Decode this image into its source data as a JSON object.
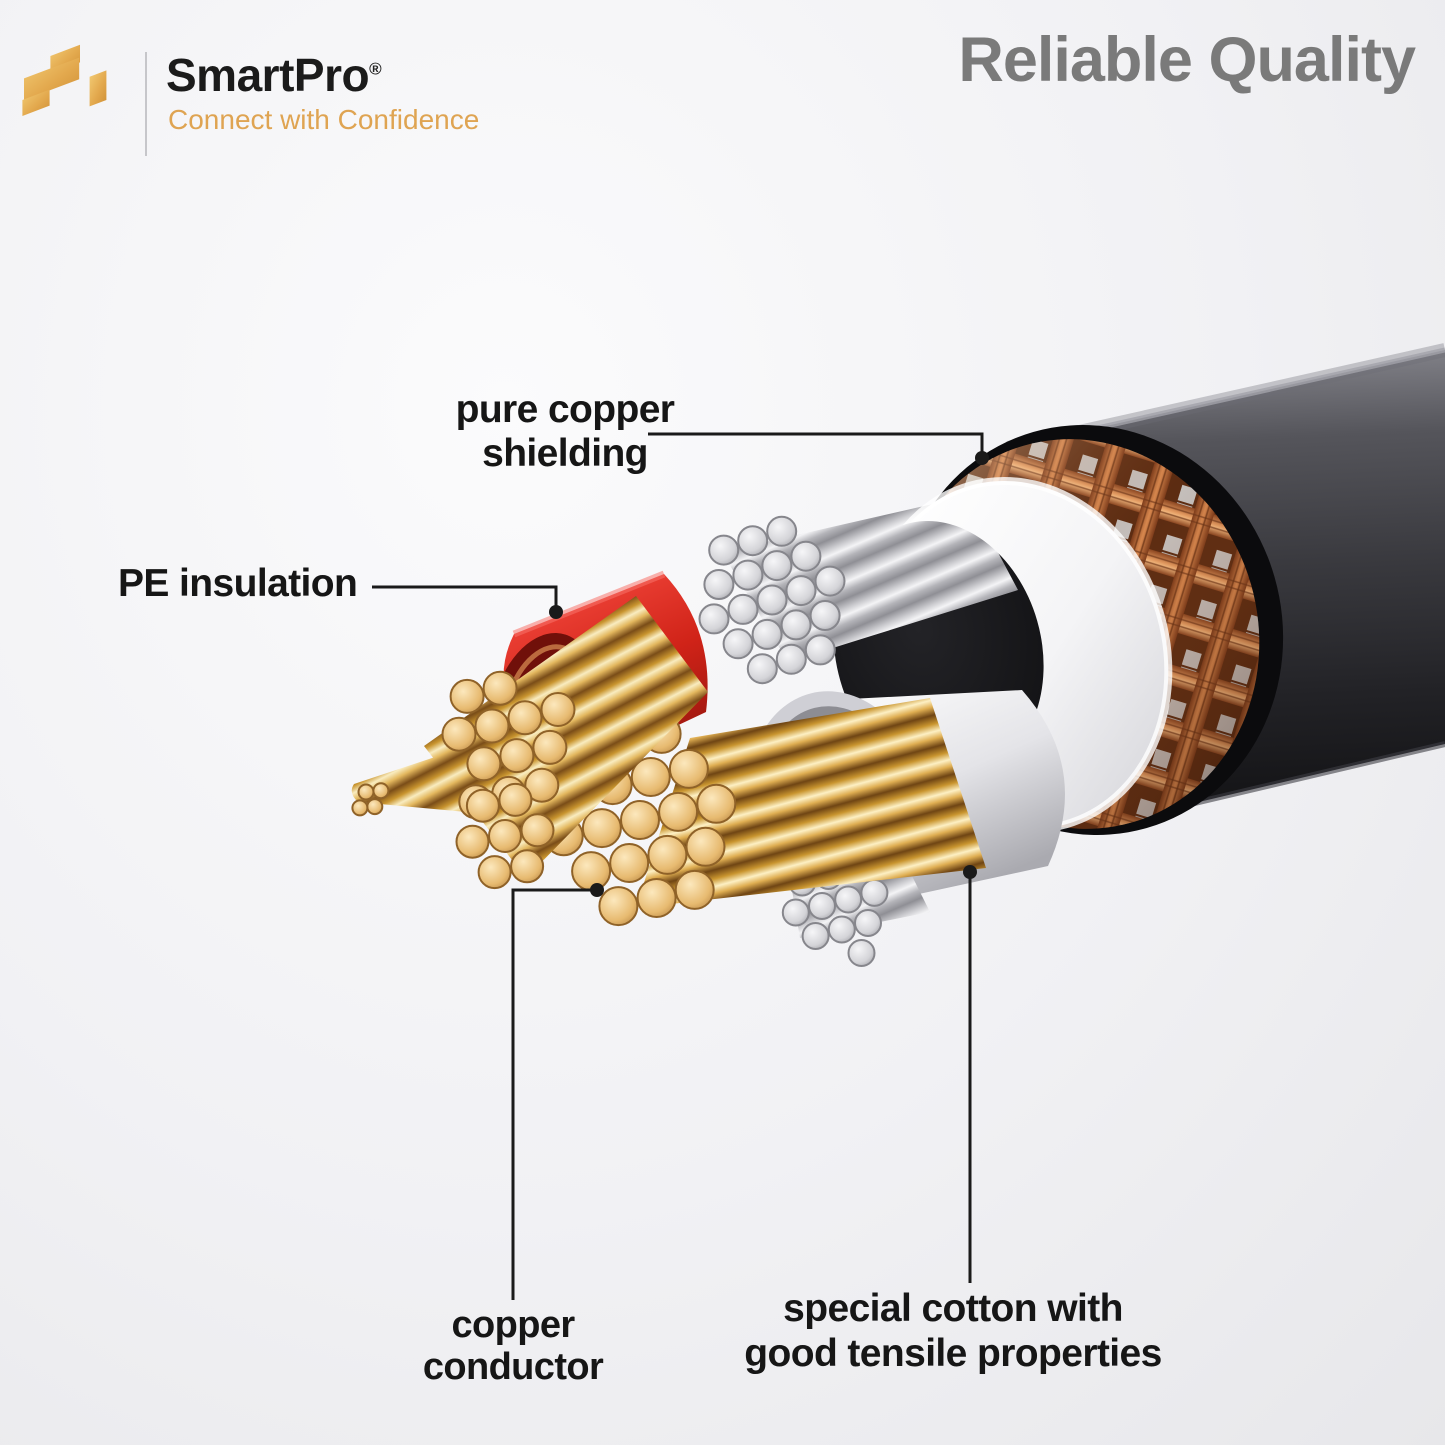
{
  "brand": {
    "name": "SmartPro",
    "registered_mark": "®",
    "tagline": "Connect with Confidence"
  },
  "header": {
    "title": "Reliable Quality"
  },
  "callouts": {
    "shielding": {
      "line1": "pure copper",
      "line2": "shielding"
    },
    "insulation": {
      "label": "PE insulation"
    },
    "conductor": {
      "line1": "copper",
      "line2": "conductor"
    },
    "cotton": {
      "line1": "special cotton with",
      "line2": "good tensile properties"
    }
  },
  "colors": {
    "accent-gold": "#DFA452",
    "title-gray": "#7A7A7A",
    "label-ink": "#161616",
    "callout-line": "#1A1A1A",
    "jacket-dark": "#2B2B2F",
    "copper-braid": "#C07845",
    "insulation-red": "#D02318",
    "conductor-gold": "#E6B967",
    "cotton-white": "#FFFFFF",
    "strand-silver": "#C9C9CD"
  }
}
